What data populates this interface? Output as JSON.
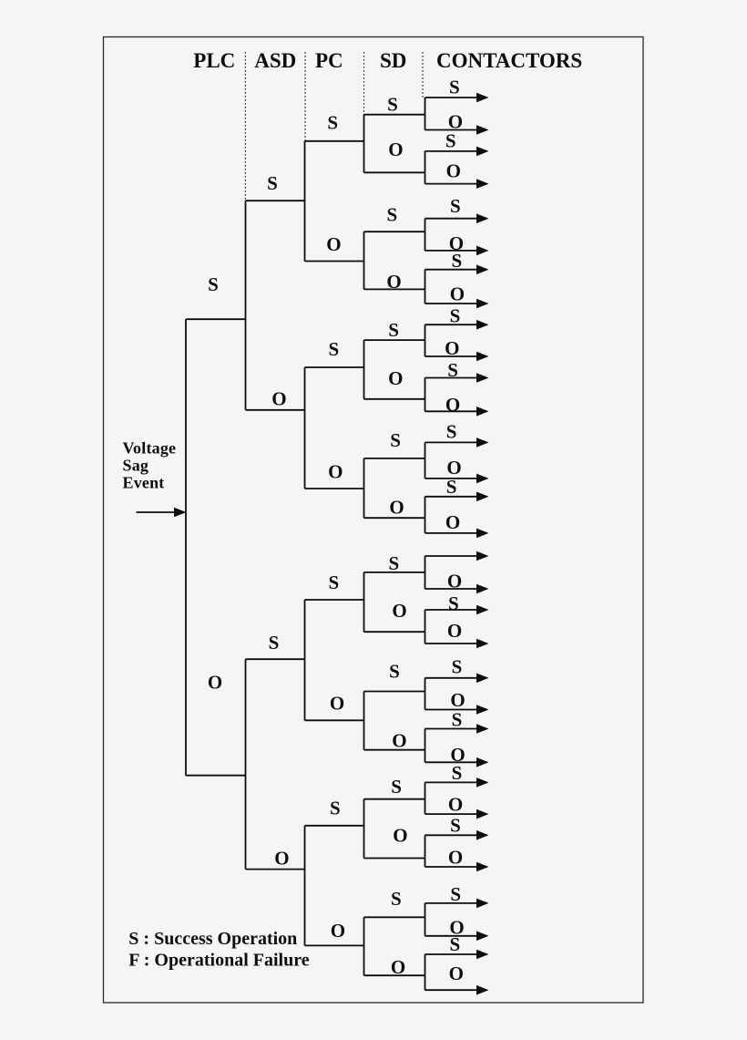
{
  "diagram": {
    "type": "event-tree",
    "event_source": {
      "lines": [
        "Voltage",
        "Sag",
        "Event"
      ]
    },
    "header": {
      "columns": [
        "PLC",
        "ASD",
        "PC",
        "SD",
        "CONTACTORS"
      ]
    },
    "levels": {
      "plc": [
        "S",
        "O"
      ],
      "asd": [
        "S",
        "O",
        "S",
        "O"
      ],
      "pc": [
        "S",
        "O",
        "S",
        "O",
        "S",
        "O",
        "S",
        "O"
      ],
      "sd": [
        "S",
        "O",
        "S",
        "O",
        "S",
        "O",
        "S",
        "O",
        "S",
        "O",
        "S",
        "O",
        "S",
        "O",
        "S",
        "O"
      ],
      "contactors": [
        "S",
        "O",
        "S",
        "O",
        "S",
        "O",
        "S",
        "O",
        "S",
        "O",
        "S",
        "O",
        "S",
        "O",
        "S",
        "O",
        "",
        "O",
        "S",
        "O",
        "S",
        "O",
        "S",
        "O",
        "S",
        "O",
        "S",
        "O",
        "S",
        "O",
        "S",
        "O"
      ]
    },
    "legend": {
      "lines": [
        "S : Success Operation",
        "F : Operational Failure"
      ]
    },
    "colors": {
      "background": "#f5f5f5",
      "ink": "#0d0d0d"
    }
  }
}
